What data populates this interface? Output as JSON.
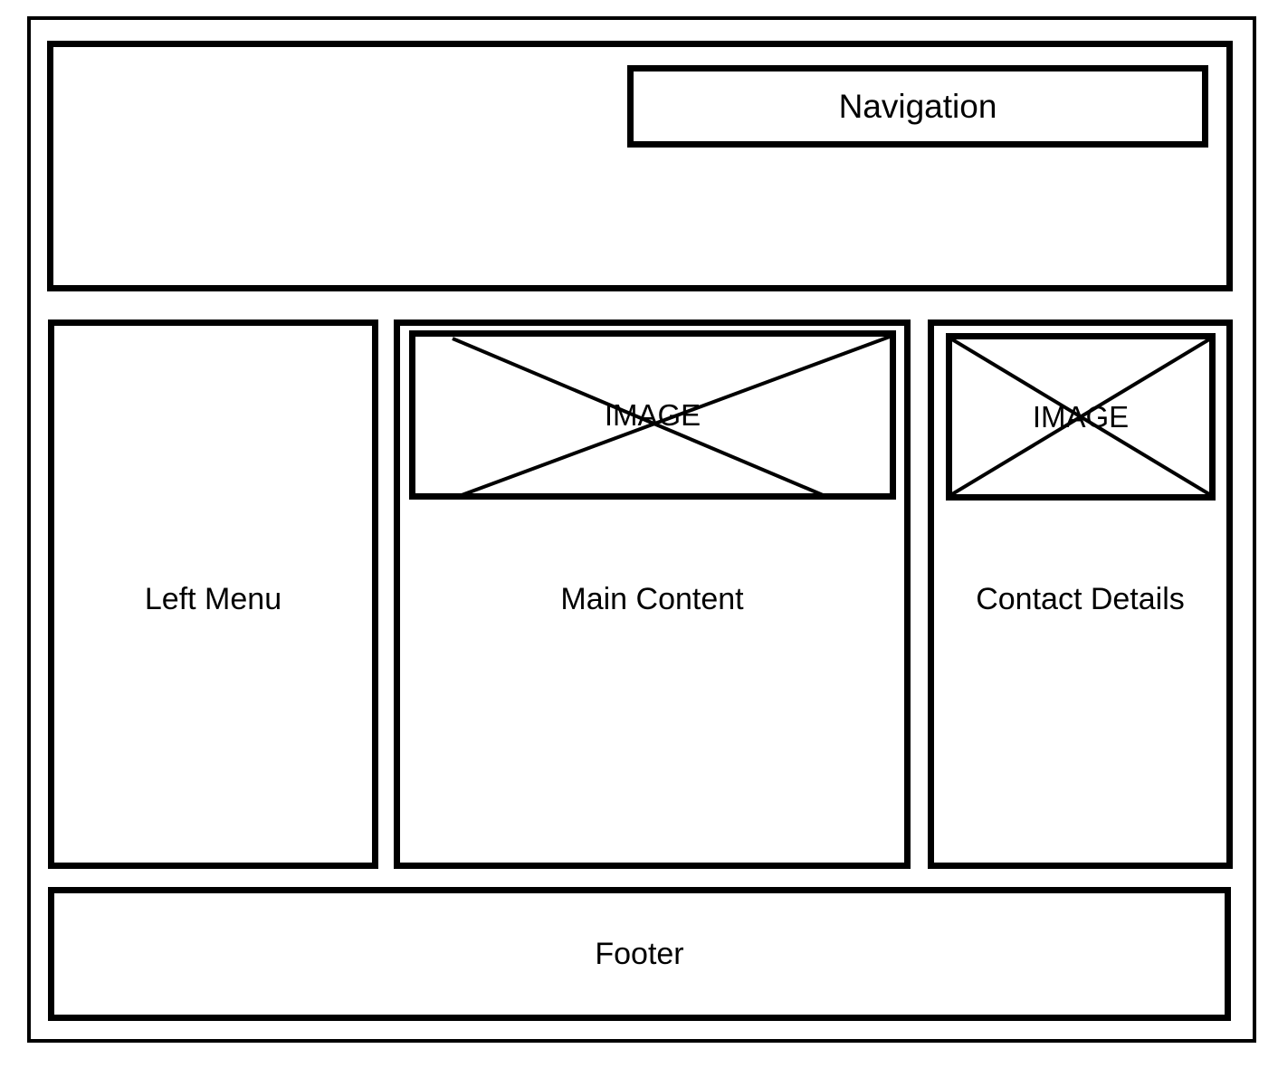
{
  "page": {
    "title": "Website Layout Wireframe",
    "background_color": "#ffffff",
    "line_color": "#000000",
    "text_color": "#000000"
  },
  "header": {
    "navigation": {
      "label": "Navigation"
    }
  },
  "columns": [
    {
      "key": "left-menu",
      "label": "Left Menu",
      "has_image": false
    },
    {
      "key": "main-content",
      "label": "Main Content",
      "has_image": true,
      "image": {
        "caption": "IMAGE",
        "x_complete": false
      }
    },
    {
      "key": "contact-details",
      "label": "Contact Details",
      "has_image": true,
      "image": {
        "caption": "IMAGE",
        "x_complete": true
      }
    }
  ],
  "footer": {
    "label": "Footer"
  }
}
